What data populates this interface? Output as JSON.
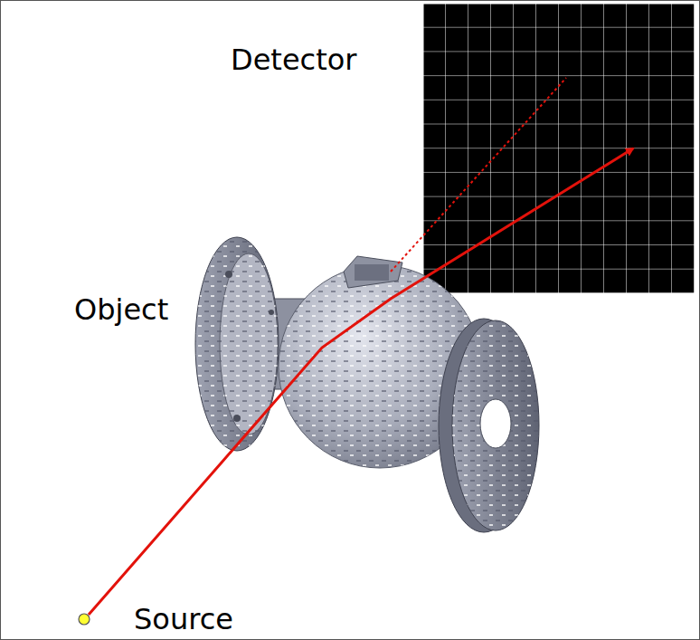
{
  "diagram": {
    "labels": [
      "Detector",
      "Object",
      "Source"
    ]
  }
}
